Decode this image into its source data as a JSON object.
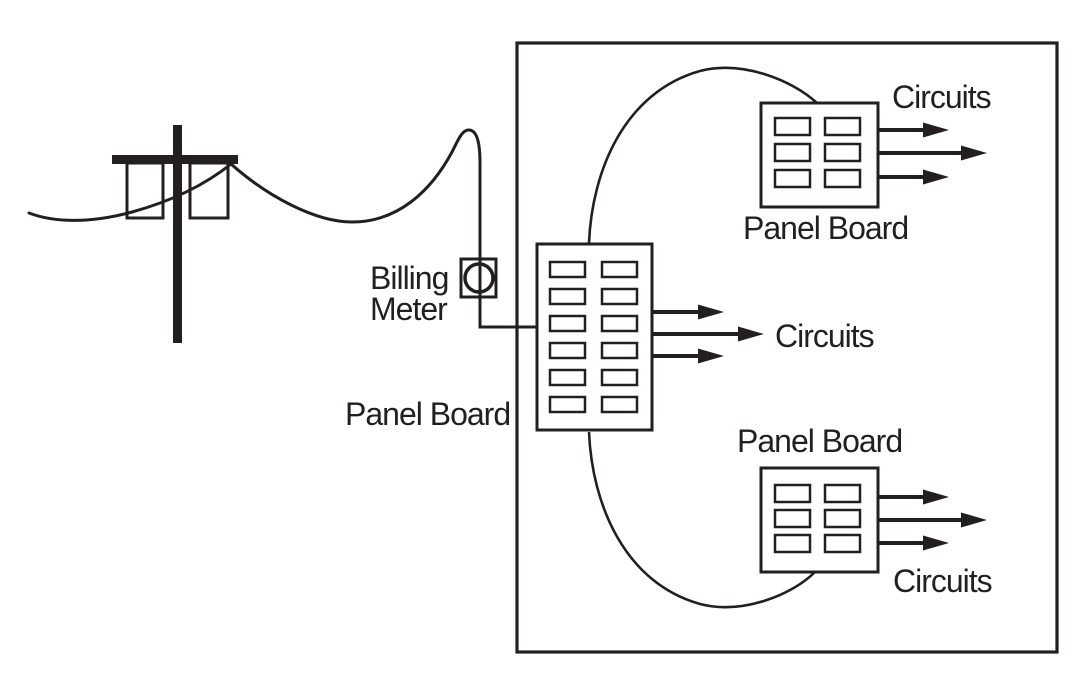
{
  "diagram": {
    "ink_color": "#231f20",
    "background_color": "#ffffff",
    "labels": {
      "billing_meter": {
        "line1": "Billing",
        "line2": "Meter"
      },
      "main_panel_board": "Panel Board",
      "main_circuits": "Circuits",
      "upper_panel_board": "Panel Board",
      "upper_circuits": "Circuits",
      "lower_panel_board": "Panel Board",
      "lower_circuits": "Circuits"
    }
  }
}
